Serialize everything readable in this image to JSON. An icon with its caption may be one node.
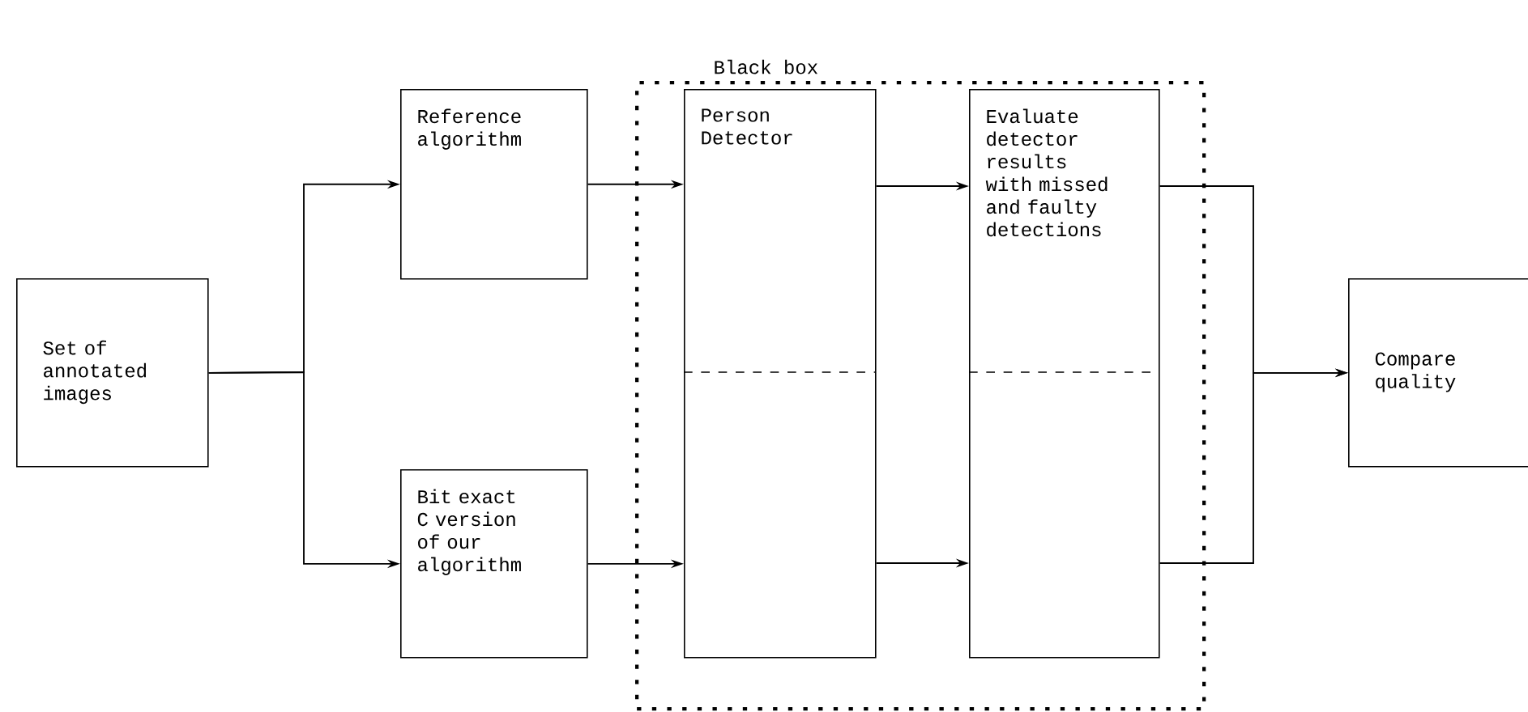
{
  "diagram": {
    "nodes": [
      {
        "text": [
          "Set of annotated images"
        ]
      },
      {
        "text": [
          "Reference algorithm"
        ]
      },
      {
        "text": [
          "Bit exact C version of our algorithm"
        ]
      },
      {
        "text": [
          "Black box"
        ]
      },
      {
        "text": [
          "Person Detector"
        ],
        "in": 3
      },
      {
        "text": [
          "Evaluate detector results with missed and faulty detections"
        ],
        "in": 3
      },
      {
        "text": [
          "Compare quality"
        ]
      }
    ],
    "edges": [
      {
        "from": 0,
        "to": 1,
        "arrow": "to"
      },
      {
        "from": 0,
        "to": 2,
        "arrow": "to"
      },
      {
        "from": 1,
        "to": 4,
        "arrow": "to"
      },
      {
        "from": 2,
        "to": 4,
        "arrow": "to"
      },
      {
        "from": 4,
        "to": 5,
        "arrow": "to"
      },
      {
        "from": 4,
        "to": 5,
        "arrow": "to"
      },
      {
        "from": 5,
        "to": 6,
        "arrow": "to"
      },
      {
        "from": 5,
        "to": 6,
        "arrow": "to"
      }
    ]
  }
}
